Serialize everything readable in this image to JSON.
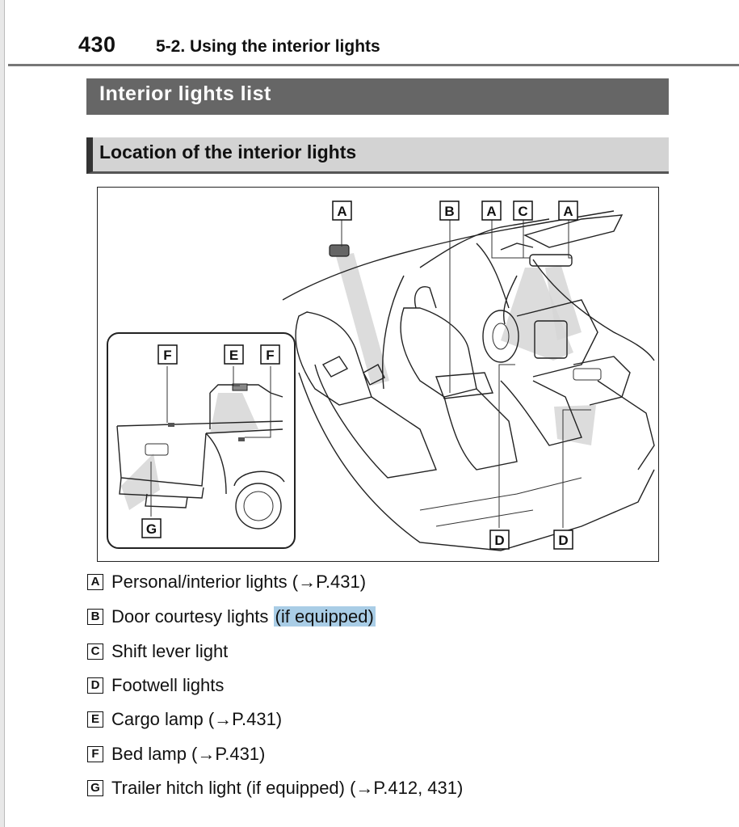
{
  "header": {
    "page_number": "430",
    "section_title": "5-2. Using the interior lights"
  },
  "heading": "Interior lights list",
  "subheading": "Location of the interior lights",
  "figure": {
    "callouts": [
      "A",
      "B",
      "A",
      "C",
      "A",
      "F",
      "E",
      "F",
      "G",
      "D",
      "D"
    ]
  },
  "legend": [
    {
      "key": "A",
      "text": "Personal/interior lights (→P.431)"
    },
    {
      "key": "B",
      "text": "Door courtesy lights ",
      "highlight": "(if equipped)"
    },
    {
      "key": "C",
      "text": "Shift lever light"
    },
    {
      "key": "D",
      "text": "Footwell lights"
    },
    {
      "key": "E",
      "text": "Cargo lamp (→P.431)"
    },
    {
      "key": "F",
      "text": "Bed lamp (→P.431)"
    },
    {
      "key": "G",
      "text": "Trailer hitch light (if equipped) (→P.412, 431)"
    }
  ],
  "colors": {
    "heading_bar": "#666666",
    "subheading_bar": "#d3d3d3",
    "highlight": "#a9cde6"
  }
}
